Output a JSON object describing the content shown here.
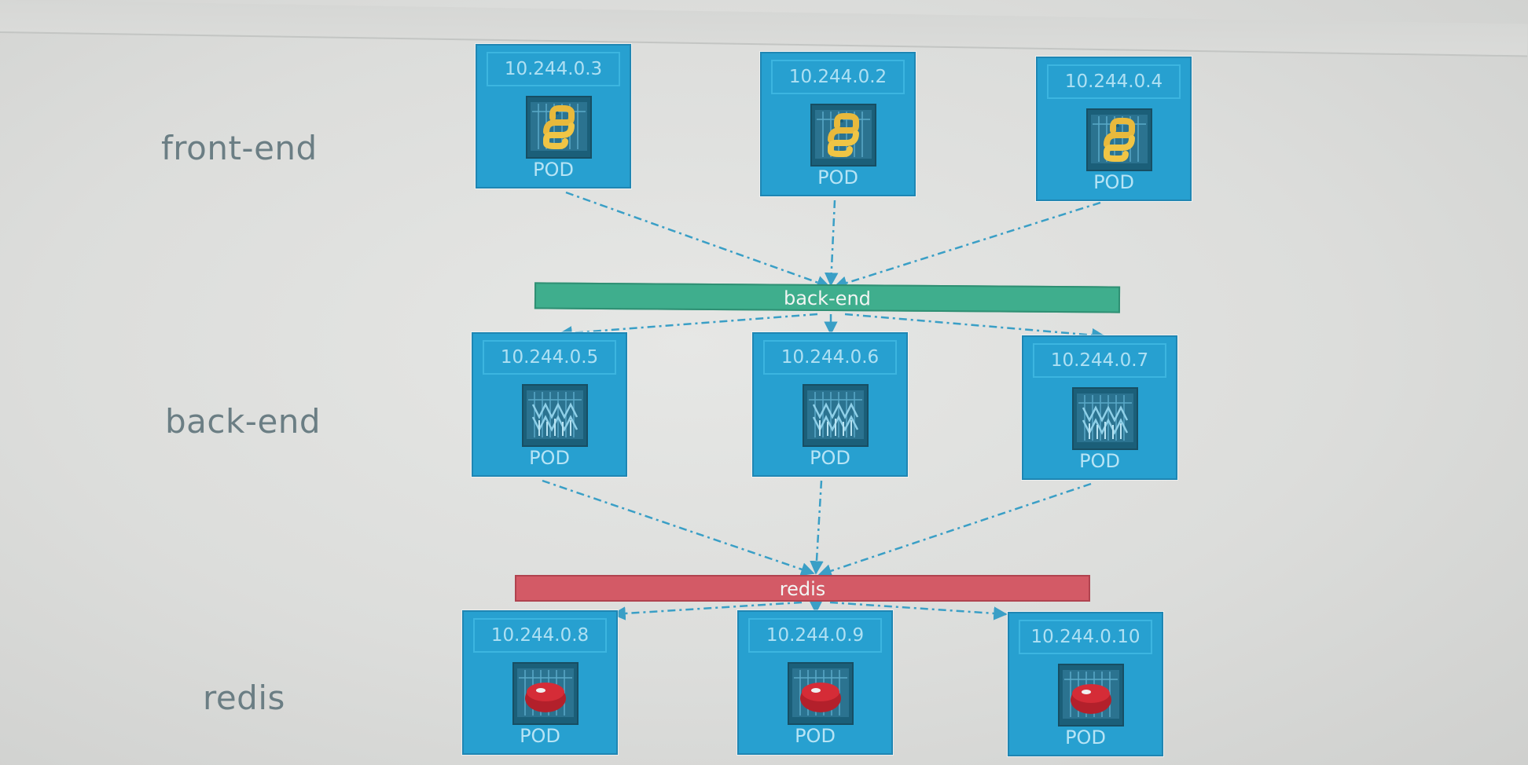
{
  "tiers": [
    {
      "label": "front-end",
      "pods": [
        {
          "ip": "10.244.0.3",
          "label": "POD",
          "icon": "python-icon"
        },
        {
          "ip": "10.244.0.2",
          "label": "POD",
          "icon": "python-icon"
        },
        {
          "ip": "10.244.0.4",
          "label": "POD",
          "icon": "python-icon"
        }
      ]
    },
    {
      "label": "back-end",
      "pods": [
        {
          "ip": "10.244.0.5",
          "label": "POD",
          "icon": "memcached-icon"
        },
        {
          "ip": "10.244.0.6",
          "label": "POD",
          "icon": "memcached-icon"
        },
        {
          "ip": "10.244.0.7",
          "label": "POD",
          "icon": "memcached-icon"
        }
      ]
    },
    {
      "label": "redis",
      "pods": [
        {
          "ip": "10.244.0.8",
          "label": "POD",
          "icon": "redis-icon"
        },
        {
          "ip": "10.244.0.9",
          "label": "POD",
          "icon": "redis-icon"
        },
        {
          "ip": "10.244.0.10",
          "label": "POD",
          "icon": "redis-icon"
        }
      ]
    }
  ],
  "services": [
    {
      "name": "back-end",
      "color": "#3fae8d"
    },
    {
      "name": "redis",
      "color": "#d35a66"
    }
  ],
  "colors": {
    "pod_fill": "#27a0d0",
    "link": "#3a9fc6",
    "label_text": "#6b7e84"
  }
}
